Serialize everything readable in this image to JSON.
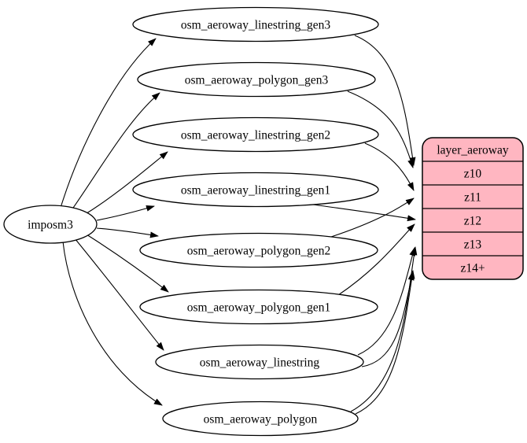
{
  "diagram": {
    "type": "etl-dependency-graph",
    "background_color": "#ffffff",
    "edge_color": "#000000",
    "source_node": {
      "label": "imposm3",
      "fill": "#ffffff"
    },
    "table_nodes": [
      {
        "label": "osm_aeroway_linestring_gen3"
      },
      {
        "label": "osm_aeroway_polygon_gen3"
      },
      {
        "label": "osm_aeroway_linestring_gen2"
      },
      {
        "label": "osm_aeroway_linestring_gen1"
      },
      {
        "label": "osm_aeroway_polygon_gen2"
      },
      {
        "label": "osm_aeroway_polygon_gen1"
      },
      {
        "label": "osm_aeroway_linestring"
      },
      {
        "label": "osm_aeroway_polygon"
      }
    ],
    "layer_node": {
      "title": "layer_aeroway",
      "fill": "#ffb6c1",
      "fields": [
        "z10",
        "z11",
        "z12",
        "z13",
        "z14+"
      ]
    },
    "edges": [
      {
        "from": "imposm3",
        "to": "osm_aeroway_linestring_gen3"
      },
      {
        "from": "imposm3",
        "to": "osm_aeroway_polygon_gen3"
      },
      {
        "from": "imposm3",
        "to": "osm_aeroway_linestring_gen2"
      },
      {
        "from": "imposm3",
        "to": "osm_aeroway_linestring_gen1"
      },
      {
        "from": "imposm3",
        "to": "osm_aeroway_polygon_gen2"
      },
      {
        "from": "imposm3",
        "to": "osm_aeroway_polygon_gen1"
      },
      {
        "from": "imposm3",
        "to": "osm_aeroway_linestring"
      },
      {
        "from": "imposm3",
        "to": "osm_aeroway_polygon"
      },
      {
        "from": "osm_aeroway_linestring_gen3",
        "to": "layer_aeroway:z10"
      },
      {
        "from": "osm_aeroway_polygon_gen3",
        "to": "layer_aeroway:z10"
      },
      {
        "from": "osm_aeroway_linestring_gen2",
        "to": "layer_aeroway:z11"
      },
      {
        "from": "osm_aeroway_polygon_gen2",
        "to": "layer_aeroway:z11"
      },
      {
        "from": "osm_aeroway_linestring_gen1",
        "to": "layer_aeroway:z12"
      },
      {
        "from": "osm_aeroway_polygon_gen1",
        "to": "layer_aeroway:z12"
      },
      {
        "from": "osm_aeroway_linestring",
        "to": "layer_aeroway:z13"
      },
      {
        "from": "osm_aeroway_polygon",
        "to": "layer_aeroway:z13"
      },
      {
        "from": "osm_aeroway_linestring",
        "to": "layer_aeroway:z14+"
      },
      {
        "from": "osm_aeroway_polygon",
        "to": "layer_aeroway:z14+"
      }
    ]
  }
}
